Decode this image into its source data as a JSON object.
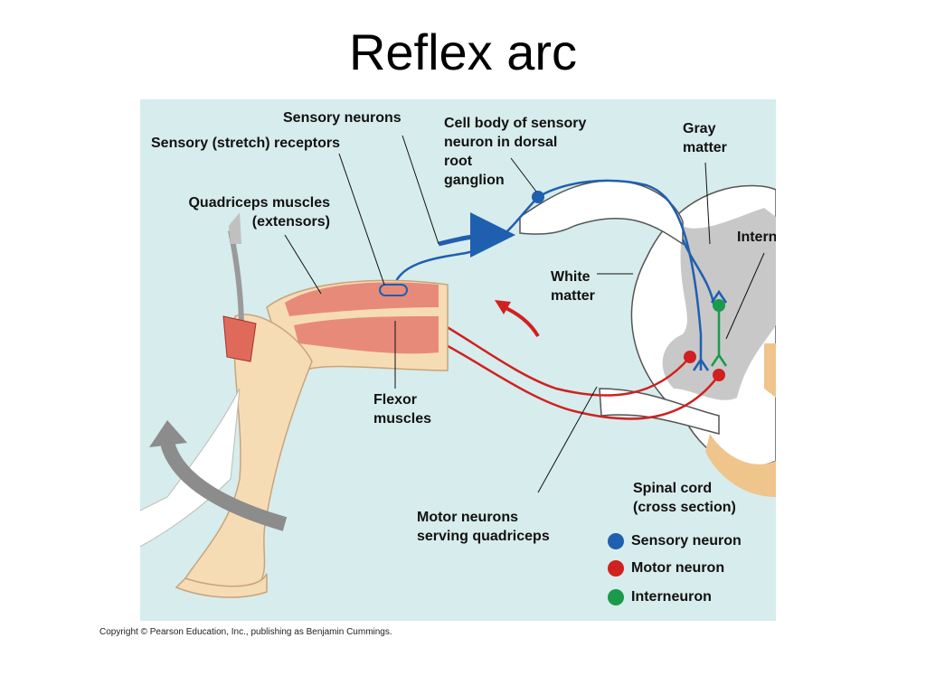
{
  "title": "Reflex arc",
  "labels": {
    "sensory_neurons": "Sensory neurons",
    "sensory_receptors": "Sensory (stretch) receptors",
    "cell_body": [
      "Cell body of sensory",
      "neuron in dorsal",
      "root",
      "ganglion"
    ],
    "gray_matter": [
      "Gray",
      "matter"
    ],
    "quadriceps": [
      "Quadriceps muscles",
      "(extensors)"
    ],
    "interneurons": "Interneurons",
    "white_matter": [
      "White",
      "matter"
    ],
    "flexor": [
      "Flexor",
      "muscles"
    ],
    "spinal_cord": [
      "Spinal cord",
      "(cross section)"
    ],
    "motor_neurons": [
      "Motor neurons",
      "serving quadriceps"
    ]
  },
  "legend": [
    {
      "label": "Sensory neuron",
      "color": "#1f5fb0"
    },
    {
      "label": "Motor neuron",
      "color": "#d02020"
    },
    {
      "label": "Interneuron",
      "color": "#1a9a4a"
    }
  ],
  "colors": {
    "background": "#d7ecec",
    "sensory": "#1f5fb0",
    "motor": "#d02020",
    "interneuron": "#1a9a4a",
    "gray_matter": "#c8c8c8",
    "skin": "#f6dcb4",
    "muscle": "#e88a7a"
  },
  "copyright": "Copyright © Pearson Education, Inc., publishing as Benjamin Cummings."
}
